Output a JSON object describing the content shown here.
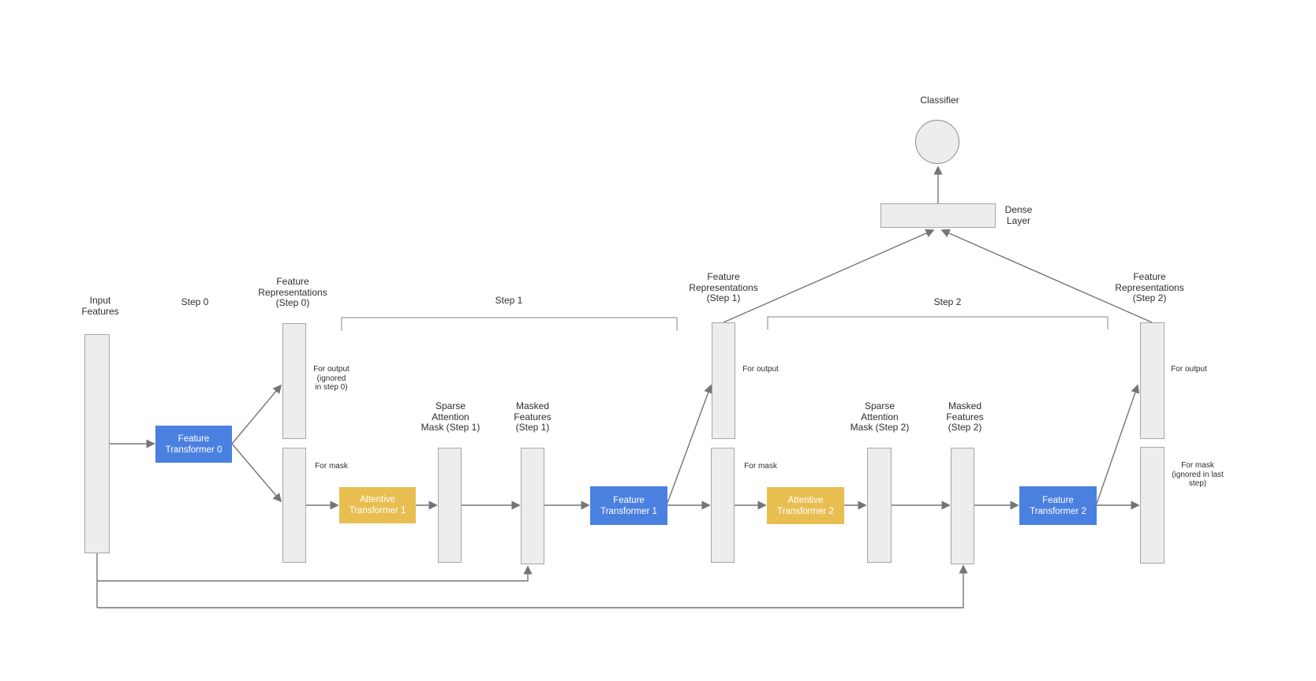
{
  "colors": {
    "feature_transformer_fill": "#4A80E0",
    "attentive_transformer_fill": "#E9BE51",
    "bar_fill": "#EDEDED",
    "bar_border": "#A6A6A6",
    "arrow": "#757575",
    "text": "#2D2D2D",
    "block_text": "#FFFFFF",
    "background": "#FFFFFF"
  },
  "labels": {
    "input_features": "Input\nFeatures",
    "step0": "Step 0",
    "feature_rep_step0": "Feature\nRepresentations\n(Step 0)",
    "step1": "Step 1",
    "feature_rep_step1": "Feature\nRepresentations\n(Step 1)",
    "step2": "Step 2",
    "feature_rep_step2": "Feature\nRepresentations\n(Step 2)",
    "classifier": "Classifier",
    "dense_layer": "Dense\nLayer",
    "sparse_mask_step1": "Sparse\nAttention\nMask (Step 1)",
    "masked_features_step1": "Masked\nFeatures\n(Step 1)",
    "sparse_mask_step2": "Sparse\nAttention\nMask (Step 2)",
    "masked_features_step2": "Masked\nFeatures\n(Step 2)",
    "for_output_step0": "For output\n(ignored\nin step 0)",
    "for_mask_step0": "For mask",
    "for_output_step1": "For output",
    "for_mask_step1": "For mask",
    "for_output_step2": "For output",
    "for_mask_step2": "For mask\n(ignored in last\nstep)"
  },
  "blocks": {
    "feature_transformer_0": "Feature\nTransformer 0",
    "attentive_transformer_1": "Attentive\nTransformer 1",
    "feature_transformer_1": "Feature\nTransformer 1",
    "attentive_transformer_2": "Attentive\nTransformer 2",
    "feature_transformer_2": "Feature\nTransformer 2"
  }
}
